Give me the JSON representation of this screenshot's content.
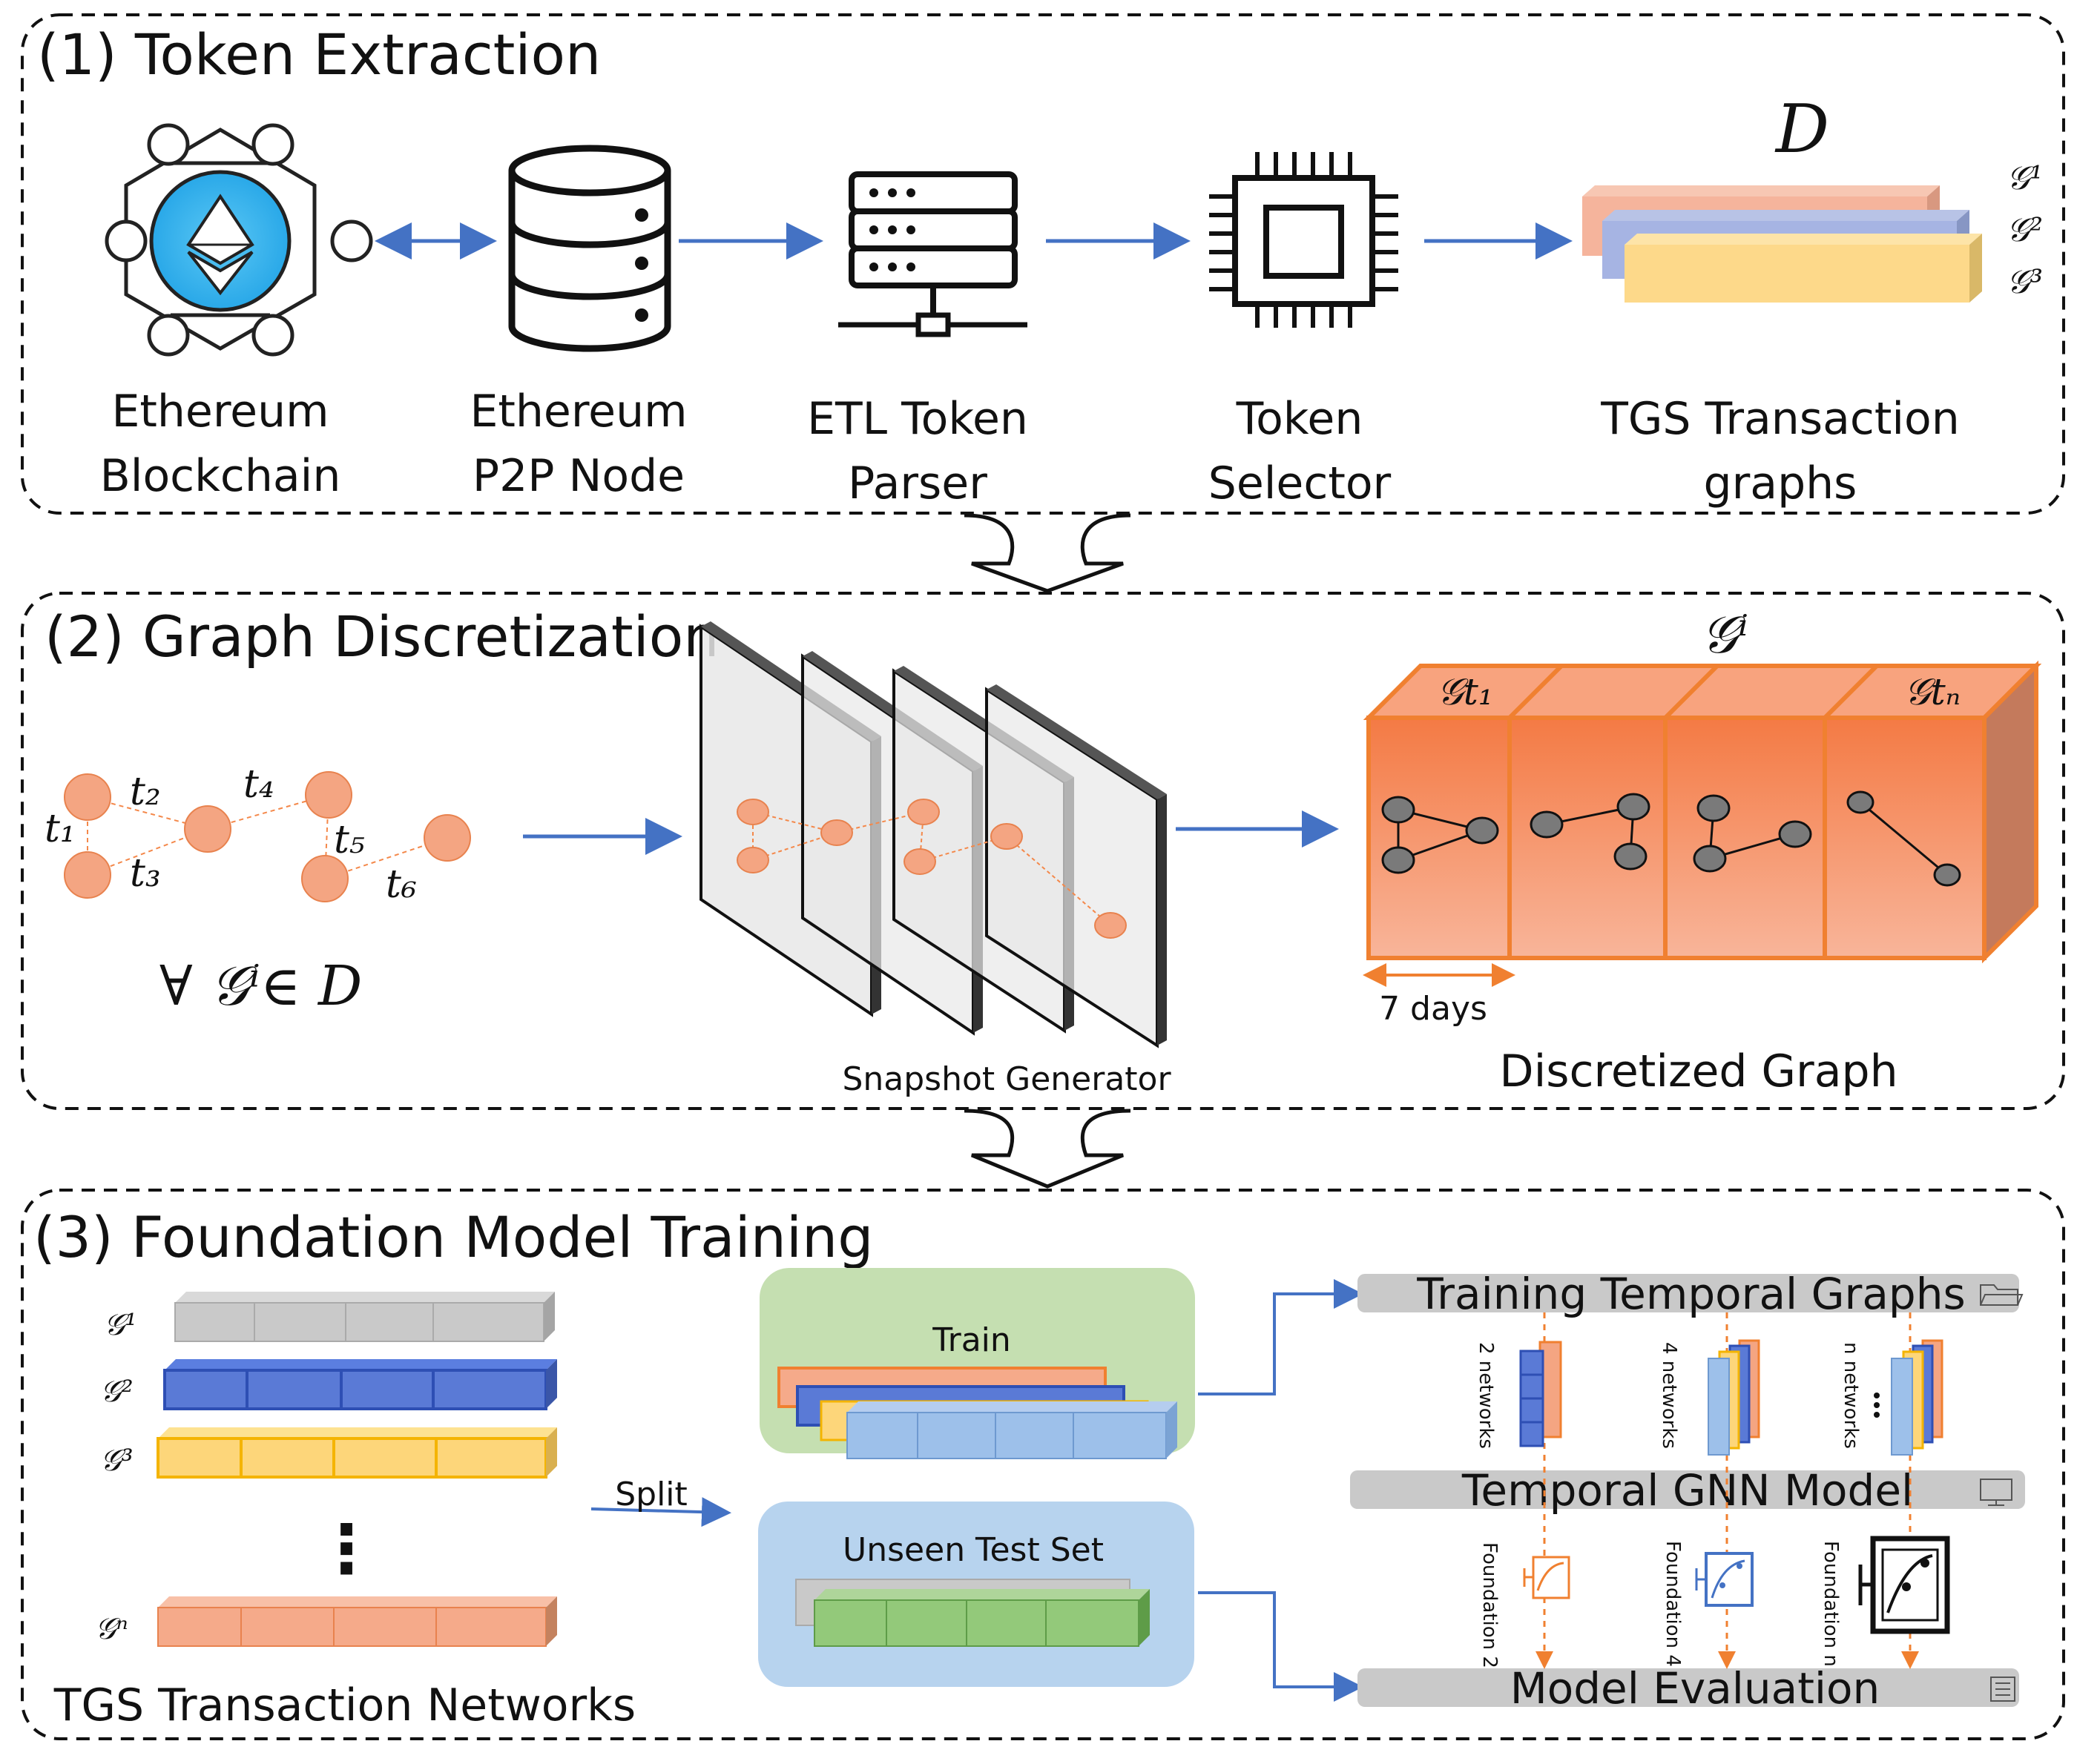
{
  "section1": {
    "title": "(1) Token Extraction",
    "ethereum_blockchain": [
      "Ethereum",
      "Blockchain"
    ],
    "p2p_node": [
      "Ethereum",
      "P2P Node"
    ],
    "etl_parser": [
      "ETL Token",
      "Parser"
    ],
    "token_selector": [
      "Token",
      "Selector"
    ],
    "tgs_graphs": [
      "TGS Transaction",
      "graphs"
    ],
    "dataset_symbol": "D",
    "graph_labels": [
      "𝒢¹",
      "𝒢²",
      "𝒢³"
    ]
  },
  "section2": {
    "title": "(2) Graph Discretization",
    "edge_labels": [
      "t₁",
      "t₂",
      "t₃",
      "t₄",
      "t₅",
      "t₆"
    ],
    "forall": "∀ 𝒢ⁱ∈ D",
    "snapshot_label": "Snapshot Generator",
    "gi_label": "𝒢ⁱ",
    "gt1": "𝒢t₁",
    "gtn": "𝒢tₙ",
    "window_label": "7 days",
    "discretized_label": "Discretized Graph"
  },
  "section3": {
    "title": "(3) Foundation Model Training",
    "graph_labels": [
      "𝒢¹",
      "𝒢²",
      "𝒢³",
      "𝒢ⁿ"
    ],
    "dots": "⋮",
    "networks_label": "TGS Transaction Networks",
    "split_label": "Split",
    "train_label": "Train",
    "test_label": "Unseen Test Set",
    "training_bar": "Training Temporal Graphs",
    "gnn_bar": "Temporal GNN Model",
    "eval_bar": "Model Evaluation",
    "network_counts": [
      "2 networks",
      "4 networks",
      "n networks"
    ],
    "foundation_labels": [
      "Foundation 2",
      "Foundation 4",
      "Foundation n"
    ]
  },
  "colors": {
    "arrow_blue": "#4472c4",
    "orange": "#f4884a",
    "node_orange": "#f4a582",
    "train_green": "#c5dfb1",
    "test_blue": "#b7d3ee",
    "gray_bar": "#c9c9c9"
  }
}
